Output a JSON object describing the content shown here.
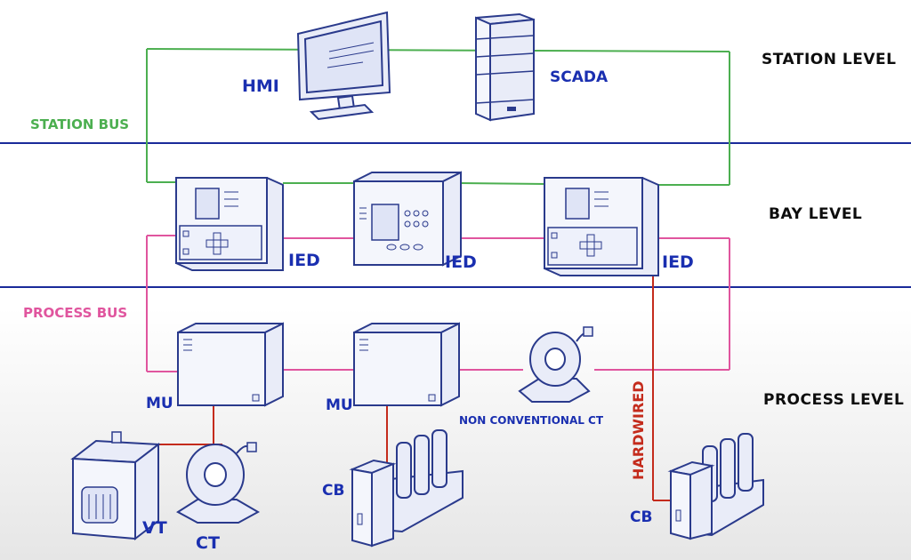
{
  "levels": {
    "station": "STATION LEVEL",
    "bay": "BAY LEVEL",
    "process": "PROCESS LEVEL"
  },
  "buses": {
    "station_bus": "STATION BUS",
    "process_bus": "PROCESS BUS"
  },
  "devices": {
    "hmi": "HMI",
    "scada": "SCADA",
    "ied": "IED",
    "mu": "MU",
    "nonconv_ct": "NON CONVENTIONAL CT",
    "vt": "VT",
    "ct": "CT",
    "cb": "CB",
    "hardwired": "HARDWIRED"
  },
  "colors": {
    "station_bus": "#4caf50",
    "process_bus": "#e0559e",
    "level_divider": "#1a2a9a",
    "hardwired": "#c42b1c",
    "label_blue": "#1a2fb0",
    "device_fill": "#e9ecf8",
    "device_outline": "#2a3a8c"
  }
}
